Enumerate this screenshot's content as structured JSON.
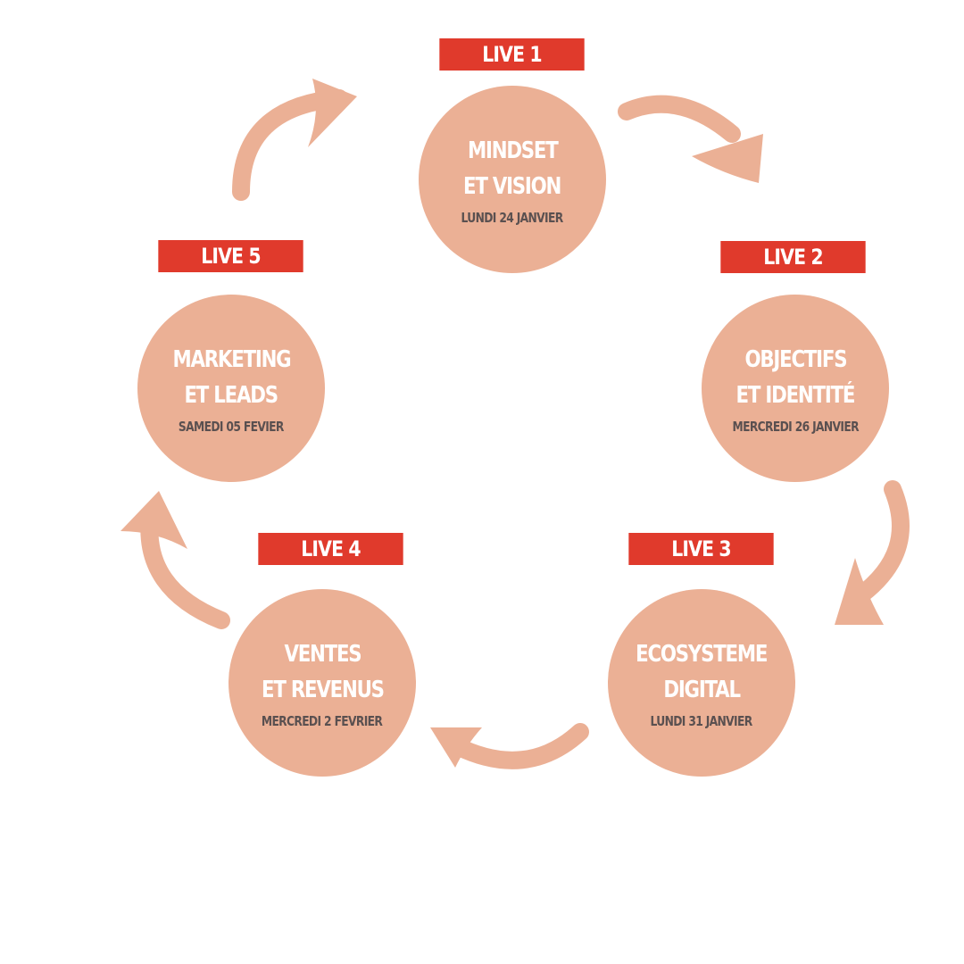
{
  "colors": {
    "banner": "#e03a2c",
    "circle": "#ebb095",
    "arrow": "#ebb095",
    "title_text": "#ffffff",
    "date_text": "#5a5050"
  },
  "steps": [
    {
      "live": "LIVE 1",
      "title_line1": "MINDSET",
      "title_line2": "ET VISION",
      "date": "LUNDI 24 JANVIER"
    },
    {
      "live": "LIVE 2",
      "title_line1": "OBJECTIFS",
      "title_line2": "ET IDENTITÉ",
      "date": "MERCREDI 26 JANVIER"
    },
    {
      "live": "LIVE 3",
      "title_line1": "ECOSYSTEME",
      "title_line2": "DIGITAL",
      "date": "LUNDI 31 JANVIER"
    },
    {
      "live": "LIVE 4",
      "title_line1": "VENTES",
      "title_line2": "ET REVENUS",
      "date": "MERCREDI 2 FEVRIER"
    },
    {
      "live": "LIVE 5",
      "title_line1": "MARKETING",
      "title_line2": "ET LEADS",
      "date": "SAMEDI 05 FEVIER"
    }
  ]
}
